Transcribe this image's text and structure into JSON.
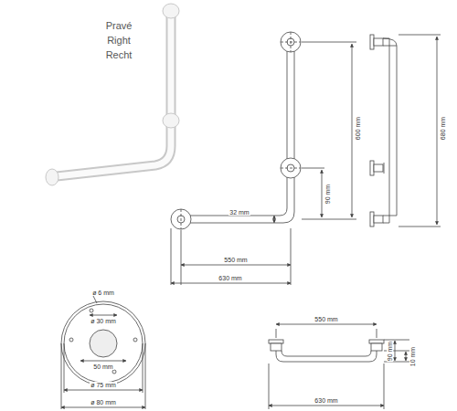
{
  "diagram": {
    "labels": [
      "Pravé",
      "Right",
      "Recht",
      "32 mm",
      "600 mm",
      "90 mm",
      "680 mm",
      "550 mm",
      "630 mm",
      "ø 6 mm",
      "ø 30 mm",
      "50 mm",
      "ø 75 mm",
      "ø 80 mm",
      "550 mm",
      "630 mm",
      "90 mm",
      "10 mm"
    ]
  }
}
